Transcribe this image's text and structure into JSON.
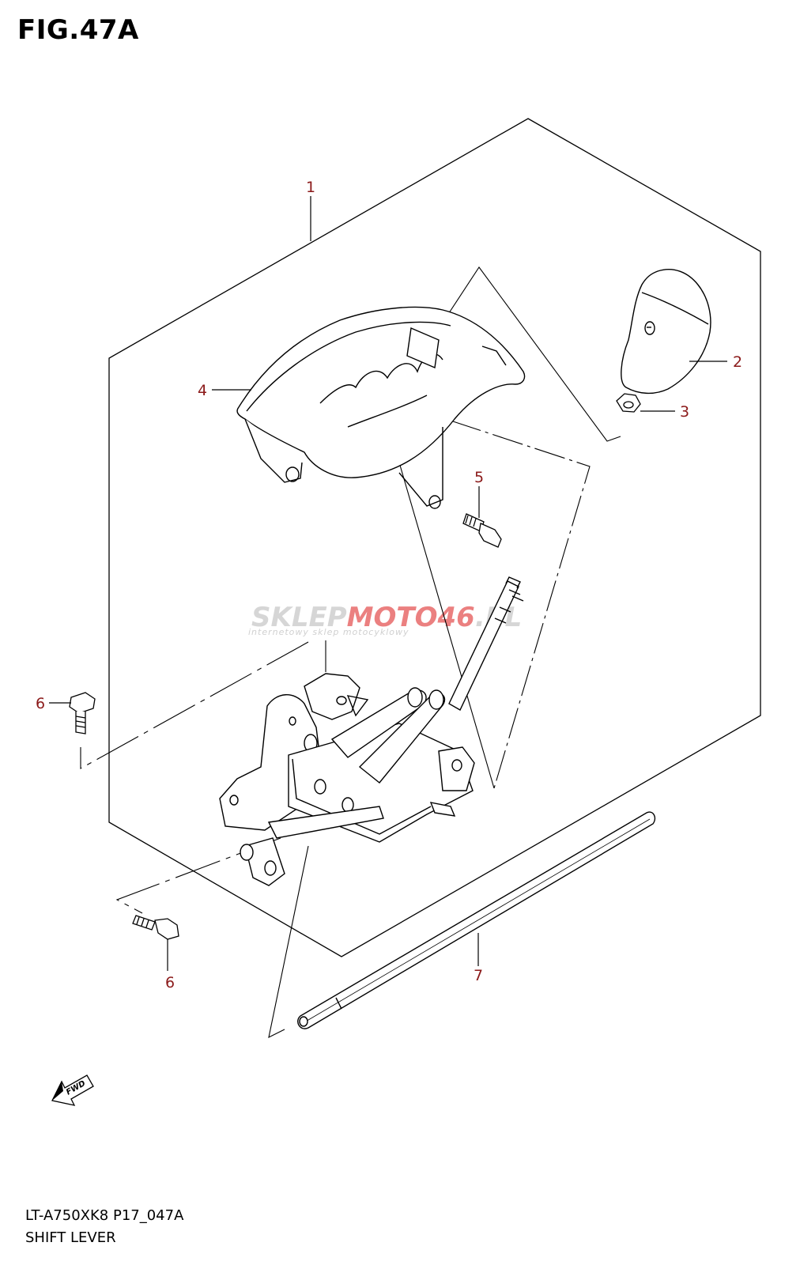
{
  "figure": {
    "title": "FIG.47A"
  },
  "callouts": [
    {
      "id": "1",
      "label": "1"
    },
    {
      "id": "2",
      "label": "2"
    },
    {
      "id": "3",
      "label": "3"
    },
    {
      "id": "4",
      "label": "4"
    },
    {
      "id": "5",
      "label": "5"
    },
    {
      "id": "6a",
      "label": "6"
    },
    {
      "id": "6b",
      "label": "6"
    },
    {
      "id": "7",
      "label": "7"
    }
  ],
  "watermark": {
    "brand_part1": "SKLEP",
    "brand_part2": "MOTO46",
    "brand_part3": ".PL",
    "tagline": "internetowy sklep motocyklowy"
  },
  "fwd_label": "FWD",
  "footer": {
    "model_code": "LT-A750XK8 P17_047A",
    "section_name": "SHIFT LEVER"
  },
  "colors": {
    "callout_text": "#8b1a1a",
    "line_art": "#000000",
    "watermark_grey": "#cfcfcf",
    "watermark_red": "#e86a6a"
  }
}
